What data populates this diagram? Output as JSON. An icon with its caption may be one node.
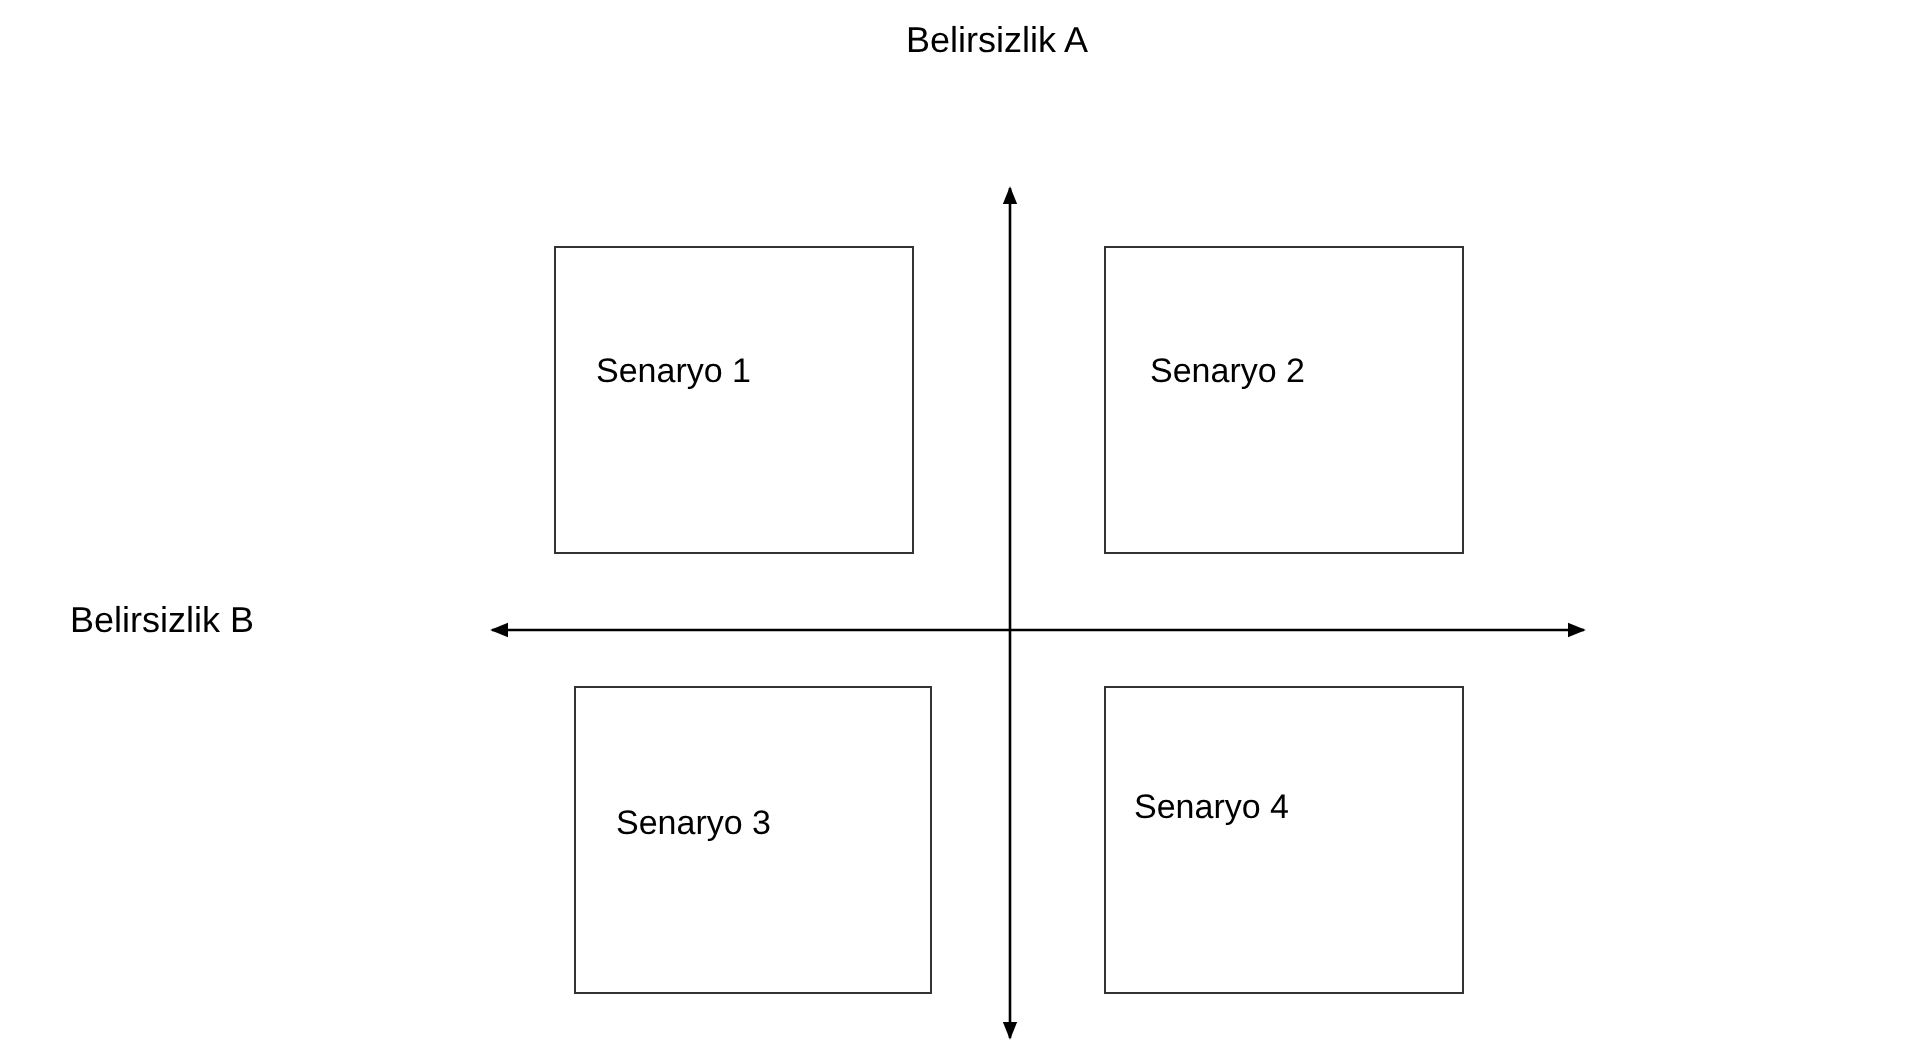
{
  "diagram": {
    "nodes": [
      {
        "text": [
          "Senaryo 1"
        ]
      },
      {
        "text": [
          "Senaryo 2"
        ]
      },
      {
        "text": [
          "Senaryo 3"
        ]
      },
      {
        "text": [
          "Senaryo 4"
        ]
      }
    ],
    "edges": [],
    "labels": [
      "Belirsizlik A",
      "Belirsizlik B"
    ]
  }
}
